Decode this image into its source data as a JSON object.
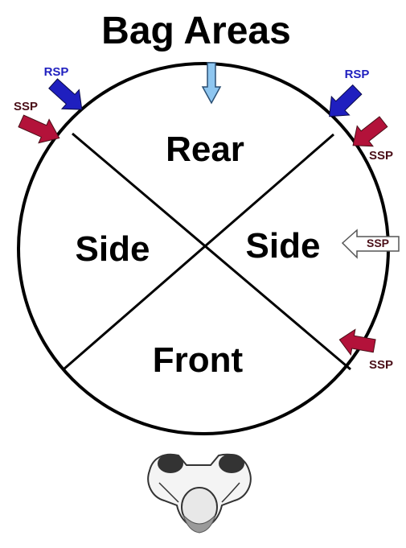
{
  "title": "Bag Areas",
  "zones": {
    "rear": "Rear",
    "side_left": "Side",
    "side_right": "Side",
    "front": "Front"
  },
  "markers": {
    "rsp_left": "RSP",
    "ssp_left": "SSP",
    "rsp_right": "RSP",
    "ssp_right_top": "SSP",
    "ssp_right_mid": "SSP",
    "ssp_right_bottom": "SSP"
  },
  "colors": {
    "rsp": "#1f1fbf",
    "ssp": "#b3123a",
    "ssp_label": "#4a0f18",
    "rear_arrow": "#8ec6f0",
    "outline": "#000000"
  },
  "icons": {
    "boxer": "boxer-top-view-icon"
  }
}
